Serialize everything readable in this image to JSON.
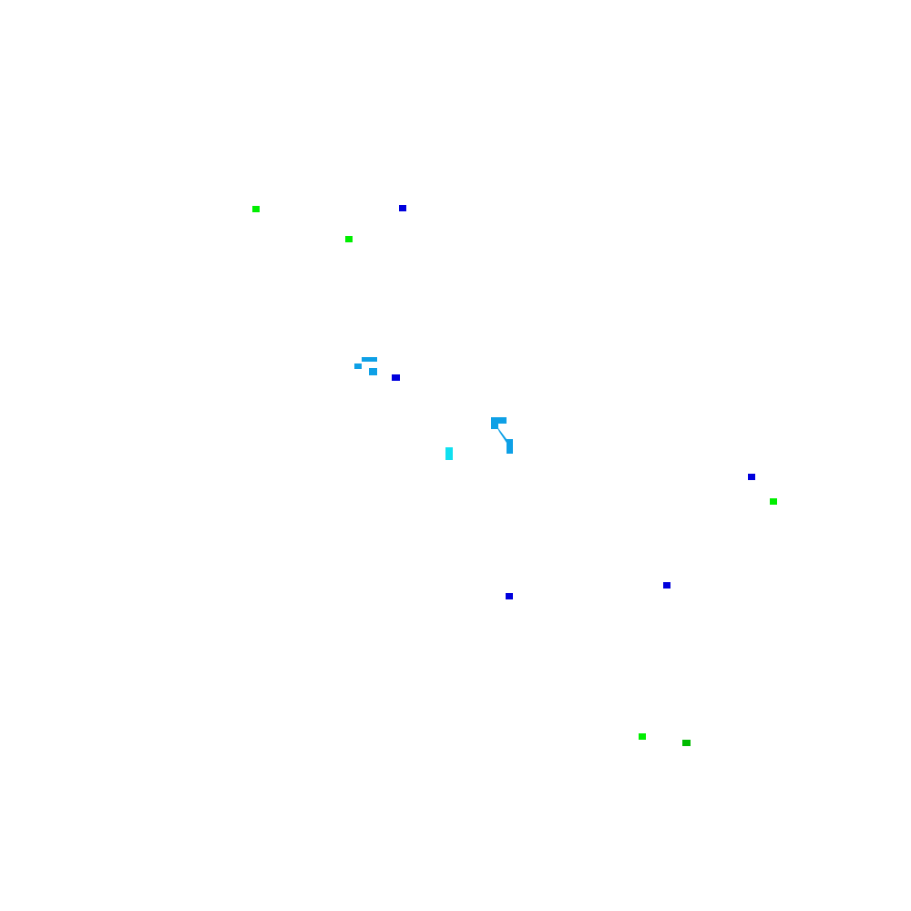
{
  "colors": {
    "background": "#ffffff",
    "blue": "#0000dd",
    "green": "#00ee00",
    "dark_green": "#00bb00",
    "light_blue": "#0ea0e6",
    "cyan": "#10e0f0"
  },
  "marker_colors": [
    "green",
    "blue",
    "green",
    "light_blue",
    "light_blue",
    "light_blue",
    "blue",
    "light_blue",
    "light_blue",
    "light_blue",
    "cyan",
    "blue",
    "green",
    "blue",
    "blue",
    "green",
    "dark_green"
  ]
}
